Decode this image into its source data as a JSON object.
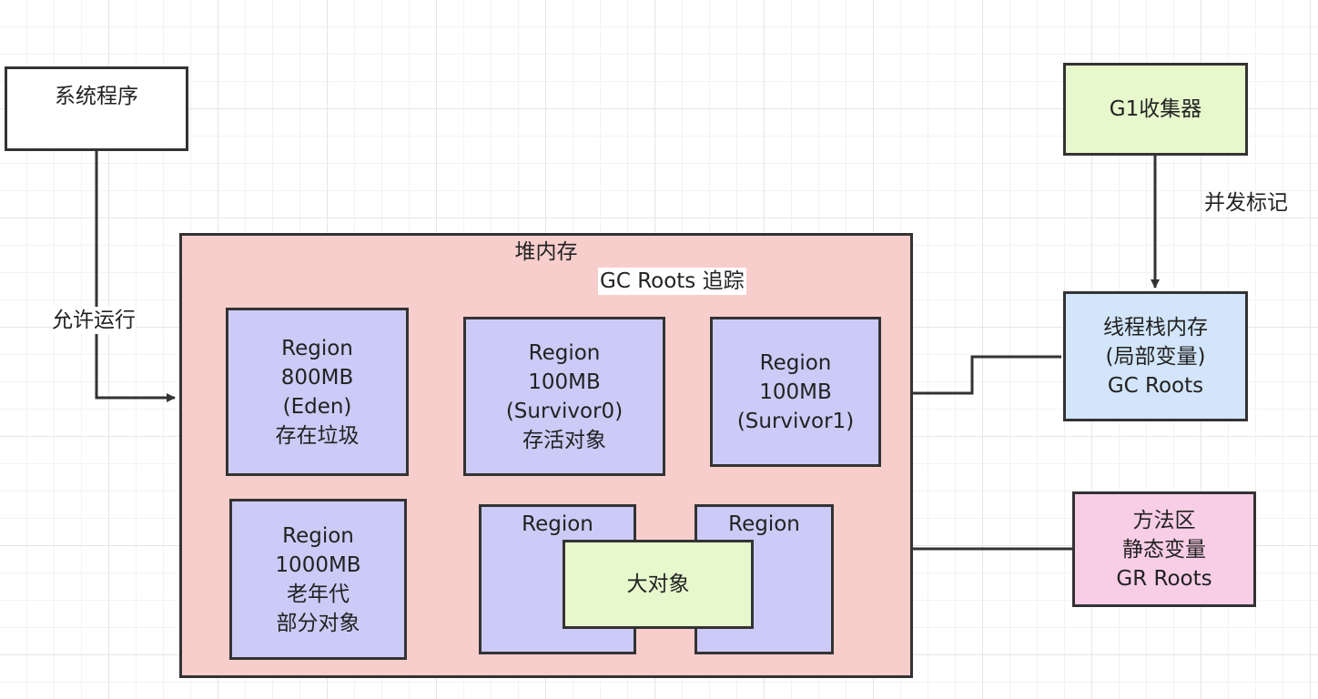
{
  "nodes": {
    "system_program": "系统程序",
    "g1_collector": "G1收集器",
    "heap": "堆内存",
    "eden": [
      "Region",
      "800MB",
      "(Eden)",
      "存在垃圾"
    ],
    "survivor0": [
      "Region",
      "100MB",
      "(Survivor0)",
      "存活对象"
    ],
    "survivor1": [
      "Region",
      "100MB",
      "(Survivor1)"
    ],
    "old_gen": [
      "Region",
      "1000MB",
      "老年代",
      "部分对象"
    ],
    "humongous_region_a": "Region",
    "humongous_region_b": "Region",
    "large_object": "大对象",
    "thread_stack": [
      "线程栈内存",
      "(局部变量)",
      "GC Roots"
    ],
    "method_area": [
      "方法区",
      "静态变量",
      "GR Roots"
    ]
  },
  "edges": {
    "allow_run": "允许运行",
    "concurrent_mark": "并发标记",
    "gc_roots_trace": "GC Roots 追踪"
  },
  "colors": {
    "heap_fill": "#f8cecc",
    "region_fill": "#cccbf7",
    "green_fill": "#e6f8cc",
    "blue_fill": "#d2e5fb",
    "pink_fill": "#f8cde6",
    "stroke": "#333333"
  }
}
